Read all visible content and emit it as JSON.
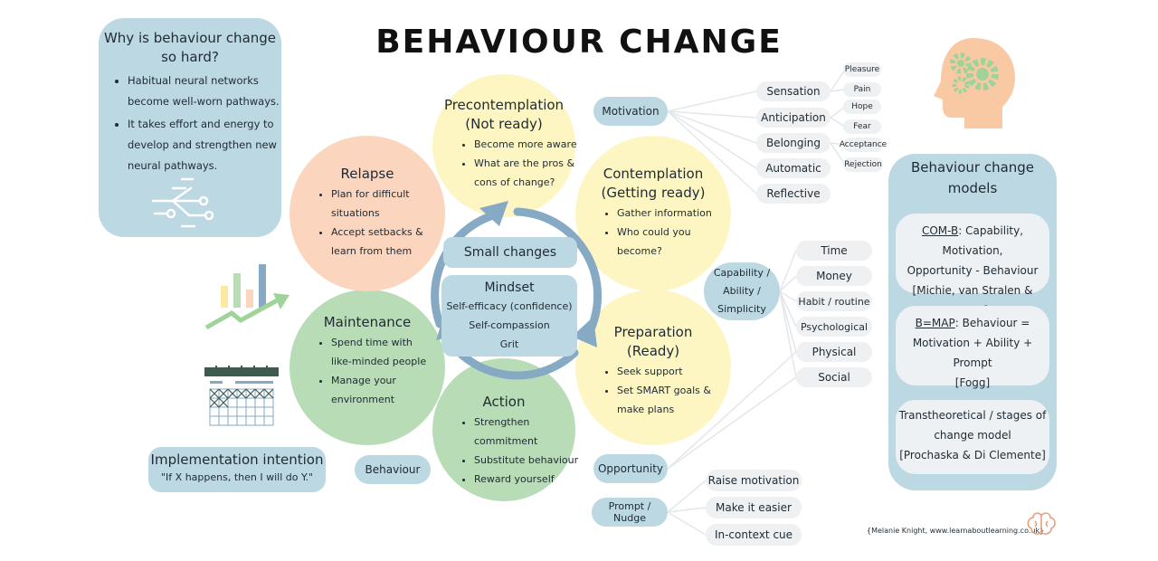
{
  "title": "BEHAVIOUR CHANGE",
  "why_box": {
    "heading_line1": "Why is behaviour change",
    "heading_line2": "so hard?",
    "points": [
      "Habitual neural networks become well-worn pathways.",
      "It takes effort and energy to develop and strengthen new neural pathways."
    ]
  },
  "stages": {
    "precontemplation": {
      "title_line1": "Precontemplation",
      "title_line2": "(Not ready)",
      "points": [
        "Become more aware",
        "What are the pros & cons of change?"
      ]
    },
    "contemplation": {
      "title_line1": "Contemplation",
      "title_line2": "(Getting ready)",
      "points": [
        "Gather information",
        "Who could you become?"
      ]
    },
    "preparation": {
      "title_line1": "Preparation",
      "title_line2": "(Ready)",
      "points": [
        "Seek support",
        "Set SMART goals & make plans"
      ]
    },
    "action": {
      "title_line1": "Action",
      "points": [
        "Strengthen commitment",
        "Substitute behaviour",
        "Reward yourself"
      ]
    },
    "maintenance": {
      "title_line1": "Maintenance",
      "points": [
        "Spend time with like-minded people",
        "Manage your environment"
      ]
    },
    "relapse": {
      "title_line1": "Relapse",
      "points": [
        "Plan for difficult situations",
        "Accept setbacks & learn from them"
      ]
    }
  },
  "center": {
    "small_changes": "Small changes",
    "mindset_title": "Mindset",
    "mindset_items": [
      "Self-efficacy (confidence)",
      "Self-compassion",
      "Grit"
    ]
  },
  "motivation": {
    "label": "Motivation",
    "branches": [
      "Sensation",
      "Anticipation",
      "Belonging",
      "Automatic",
      "Reflective"
    ],
    "sub": [
      "Pleasure",
      "Pain",
      "Hope",
      "Fear",
      "Acceptance",
      "Rejection"
    ]
  },
  "capability": {
    "label_line1": "Capability /",
    "label_line2": "Ability /",
    "label_line3": "Simplicity",
    "branches": [
      "Time",
      "Money",
      "Habit / routine",
      "Psychological",
      "Physical",
      "Social"
    ]
  },
  "opportunity": {
    "label": "Opportunity"
  },
  "prompt": {
    "label": "Prompt / Nudge",
    "branches": [
      "Raise motivation",
      "Make it easier",
      "In-context cue"
    ]
  },
  "behaviour_label": "Behaviour",
  "implementation": {
    "title": "Implementation intention",
    "quote": "\"If X happens, then I will do Y.\""
  },
  "models": {
    "heading_line1": "Behaviour change",
    "heading_line2": "models",
    "comb": {
      "abbr": "COM-B",
      "rest": ": Capability, Motivation,",
      "line2": "Opportunity - Behaviour",
      "line3": "[Michie, van Stralen & West]"
    },
    "bmap": {
      "abbr": "B=MAP",
      "rest": ": Behaviour =",
      "line2": "Motivation + Ability + Prompt",
      "line3": "[Fogg]"
    },
    "ttm": {
      "line1": "Transtheoretical / stages of",
      "line2": "change model",
      "line3": "[Prochaska & Di Clemente]"
    }
  },
  "credit": "{Melanie Knight, www.learnaboutlearning.co.uk}",
  "colors": {
    "yellow": "#fdf6c3",
    "peach": "#fbd5bd",
    "green": "#b8dcb6",
    "blue": "#bcd8e2",
    "arrow": "#86a9c4"
  },
  "icons": [
    "neural-network-icon",
    "bar-chart-icon",
    "calendar-icon",
    "head-gears-icon",
    "brain-logo-icon"
  ]
}
